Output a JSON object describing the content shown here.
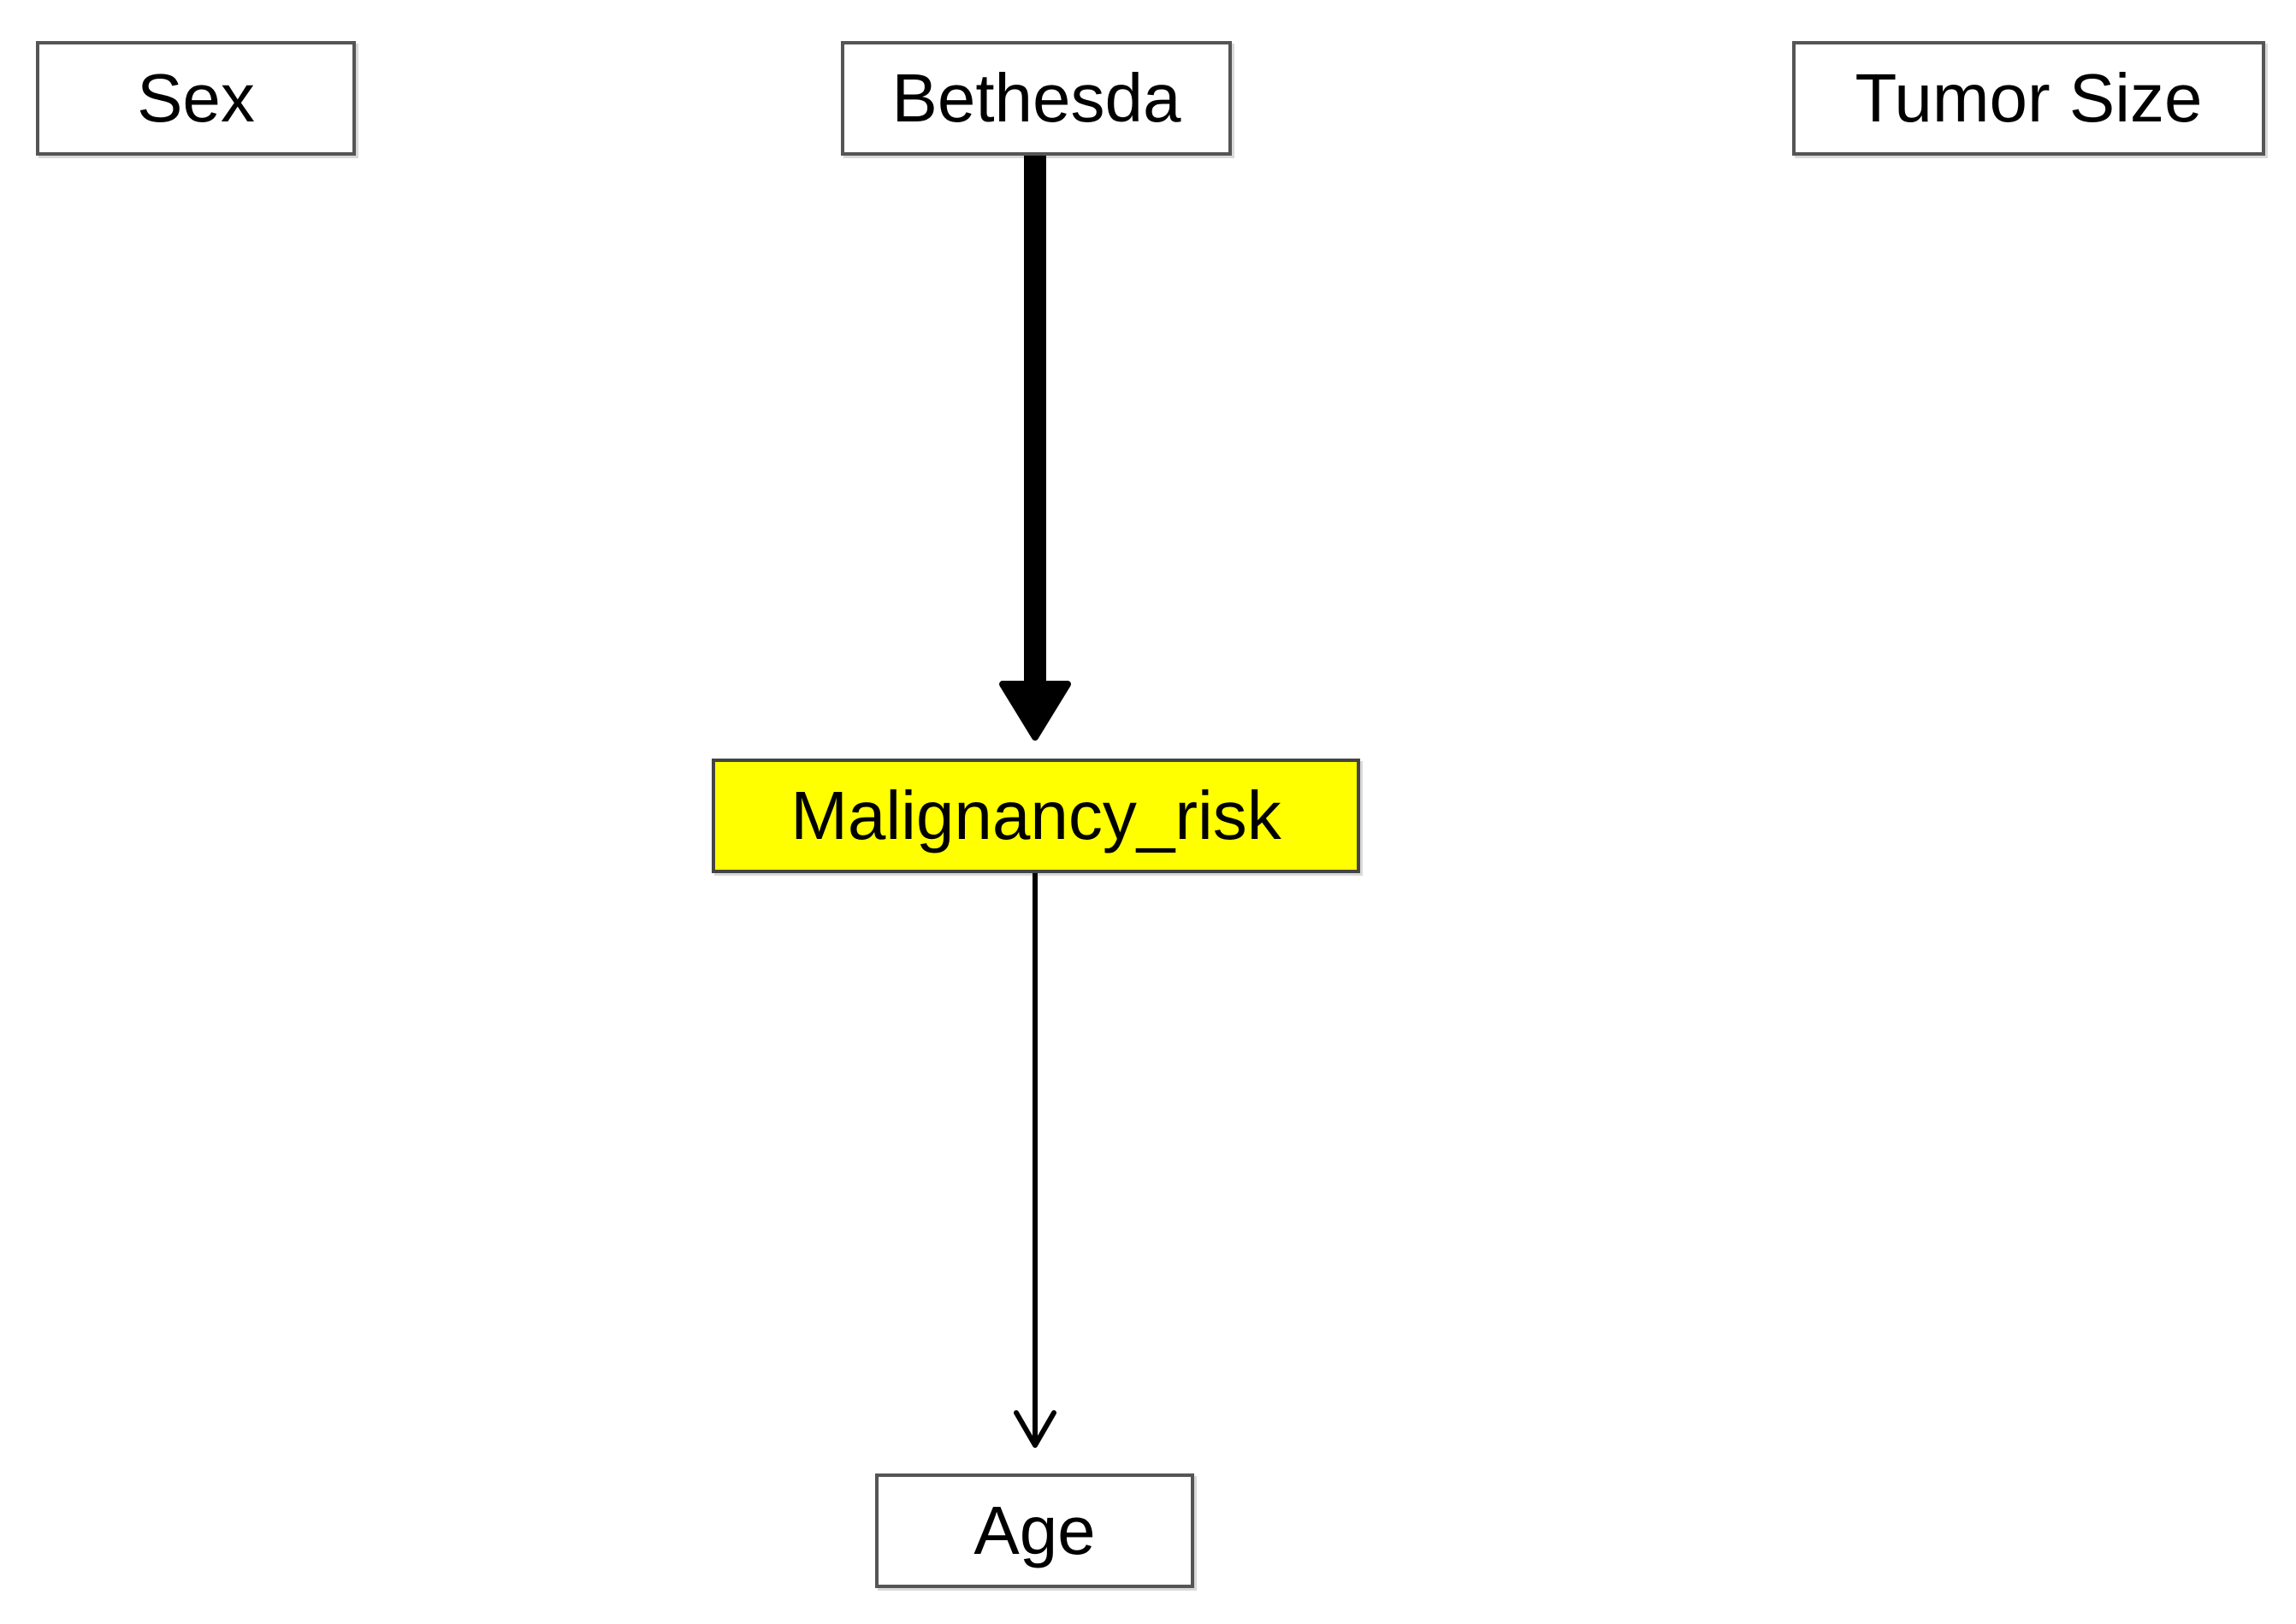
{
  "diagram": {
    "nodes": {
      "sex": {
        "label": "Sex"
      },
      "bethesda": {
        "label": "Bethesda"
      },
      "tumor_size": {
        "label": "Tumor Size"
      },
      "malignancy_risk": {
        "label": "Malignancy_risk",
        "fill": "#ffff00"
      },
      "age": {
        "label": "Age"
      }
    },
    "edges": [
      {
        "from": "Bethesda",
        "to": "Malignancy_risk",
        "weight": "thick"
      },
      {
        "from": "Malignancy_risk",
        "to": "Age",
        "weight": "thin"
      }
    ]
  }
}
